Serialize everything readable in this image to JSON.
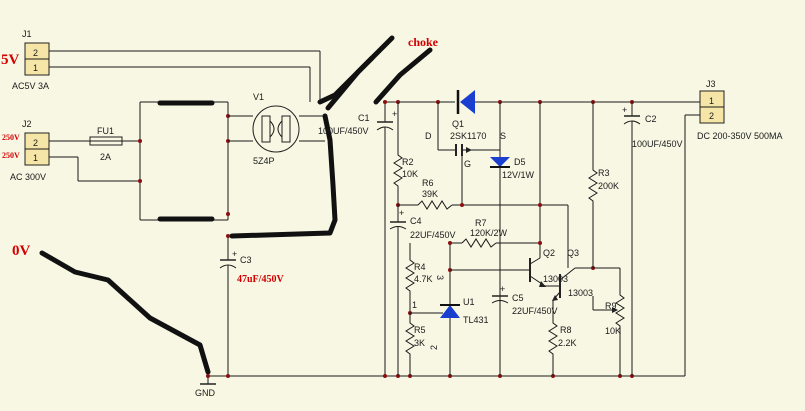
{
  "labels": {
    "j1": "J1",
    "j1_pins": [
      "2",
      "1"
    ],
    "j1_rating": "AC5V 3A",
    "five_v": "5V",
    "j2": "J2",
    "j2_pins": [
      "2",
      "1"
    ],
    "j2_rating": "AC 300V",
    "j2_wire_labels": [
      "250V",
      "250V"
    ],
    "fu1": "FU1",
    "fu1_value": "2A",
    "v1": "V1",
    "v1_value": "5Z4P",
    "choke": "choke",
    "c1": "C1",
    "c1_value": "100UF/450V",
    "c3": "C3",
    "c3_value": "47uF/450V",
    "zero_v": "0V",
    "gnd": "GND",
    "q1": "Q1",
    "q1_value": "2SK1170",
    "q1_d": "D",
    "q1_s": "S",
    "q1_g": "G",
    "d5": "D5",
    "d5_value": "12V/1W",
    "r2": "R2",
    "r2_value": "10K",
    "r6": "R6",
    "r6_value": "39K",
    "c4": "C4",
    "c4_value": "22UF/450V",
    "r7": "R7",
    "r7_value": "120K/2W",
    "r4": "R4",
    "r4_value": "4.7K",
    "u1": "U1",
    "u1_value": "TL431",
    "u1_pins": [
      "3",
      "1",
      "2"
    ],
    "c5": "C5",
    "c5_value": "22UF/450V",
    "r5": "R5",
    "r5_value": "3K",
    "q2": "Q2",
    "q3": "Q3",
    "q23_value": "13003",
    "r8": "R8",
    "r8_value": "2.2K",
    "r3": "R3",
    "r3_value": "200K",
    "r9": "R9",
    "r9_value": "10K",
    "c2": "C2",
    "c2_value": "100UF/450V",
    "j3": "J3",
    "j3_pins": [
      "1",
      "2"
    ],
    "j3_rating": "DC 200-350V 500MA"
  }
}
